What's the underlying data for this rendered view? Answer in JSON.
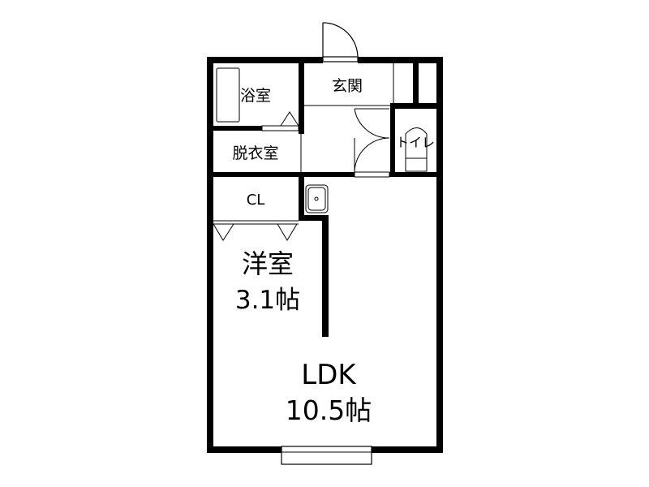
{
  "rooms": {
    "bath": {
      "label": "浴室"
    },
    "entrance": {
      "label": "玄関"
    },
    "toilet": {
      "label": "トイレ"
    },
    "dressing": {
      "label": "脱衣室"
    },
    "closet": {
      "label": "CL"
    },
    "western_room": {
      "label": "洋室",
      "size": "3.1帖"
    },
    "ldk": {
      "label": "LDK",
      "size": "10.5帖"
    }
  },
  "colors": {
    "wall": "#000000",
    "background": "#ffffff",
    "fixture_line": "#555555"
  }
}
